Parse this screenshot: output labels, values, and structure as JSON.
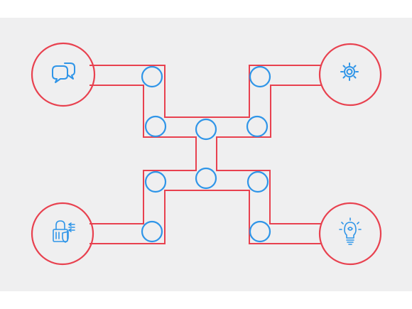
{
  "diagram": {
    "background_color": "#efeff0",
    "line_color": "#e8414f",
    "node_color": "#2f95e8",
    "hubs": [
      {
        "id": "top-left",
        "icon": "chat-bubbles-icon"
      },
      {
        "id": "top-right",
        "icon": "gear-icon"
      },
      {
        "id": "bottom-left",
        "icon": "padlock-shield-icon"
      },
      {
        "id": "bottom-right",
        "icon": "lightbulb-icon"
      }
    ],
    "node_count": 10
  }
}
